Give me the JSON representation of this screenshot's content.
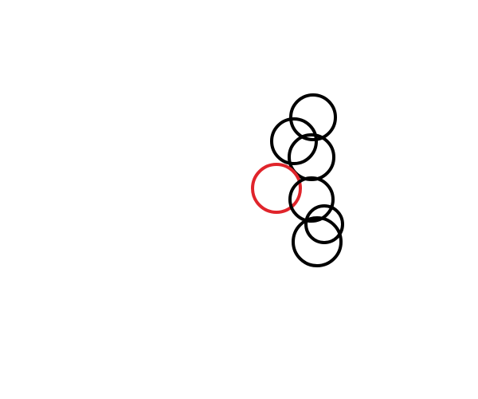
{
  "background_color": "#ffffff",
  "rings": [
    {
      "id": "ring-top",
      "color": "#000000",
      "role": "default"
    },
    {
      "id": "ring-upper-left",
      "color": "#000000",
      "role": "default"
    },
    {
      "id": "ring-upper-center",
      "color": "#000000",
      "role": "default"
    },
    {
      "id": "ring-highlighted",
      "color": "#e0242b",
      "role": "highlighted"
    },
    {
      "id": "ring-middle",
      "color": "#000000",
      "role": "default"
    },
    {
      "id": "ring-small-lower",
      "color": "#000000",
      "role": "default"
    },
    {
      "id": "ring-bottom",
      "color": "#000000",
      "role": "default"
    }
  ]
}
